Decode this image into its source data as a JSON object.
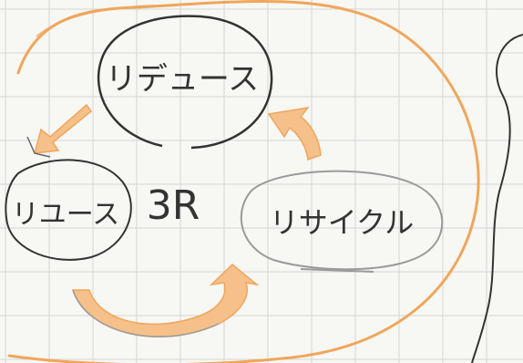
{
  "diagram": {
    "center_label": "3R",
    "nodes": [
      {
        "id": "reduce",
        "label": "リデュース"
      },
      {
        "id": "reuse",
        "label": "リユース"
      },
      {
        "id": "recycle",
        "label": "リサイクル"
      }
    ],
    "arrows": [
      {
        "from": "reduce",
        "to": "reuse"
      },
      {
        "from": "reuse",
        "to": "recycle"
      },
      {
        "from": "recycle",
        "to": "reduce"
      }
    ],
    "colors": {
      "paper": "#f7f7f4",
      "grid": "#d6d6d6",
      "ink": "#333333",
      "pencil": "#9a9a9a",
      "orange": "#f0a65a",
      "orange_fill": "#f6c08a"
    }
  }
}
